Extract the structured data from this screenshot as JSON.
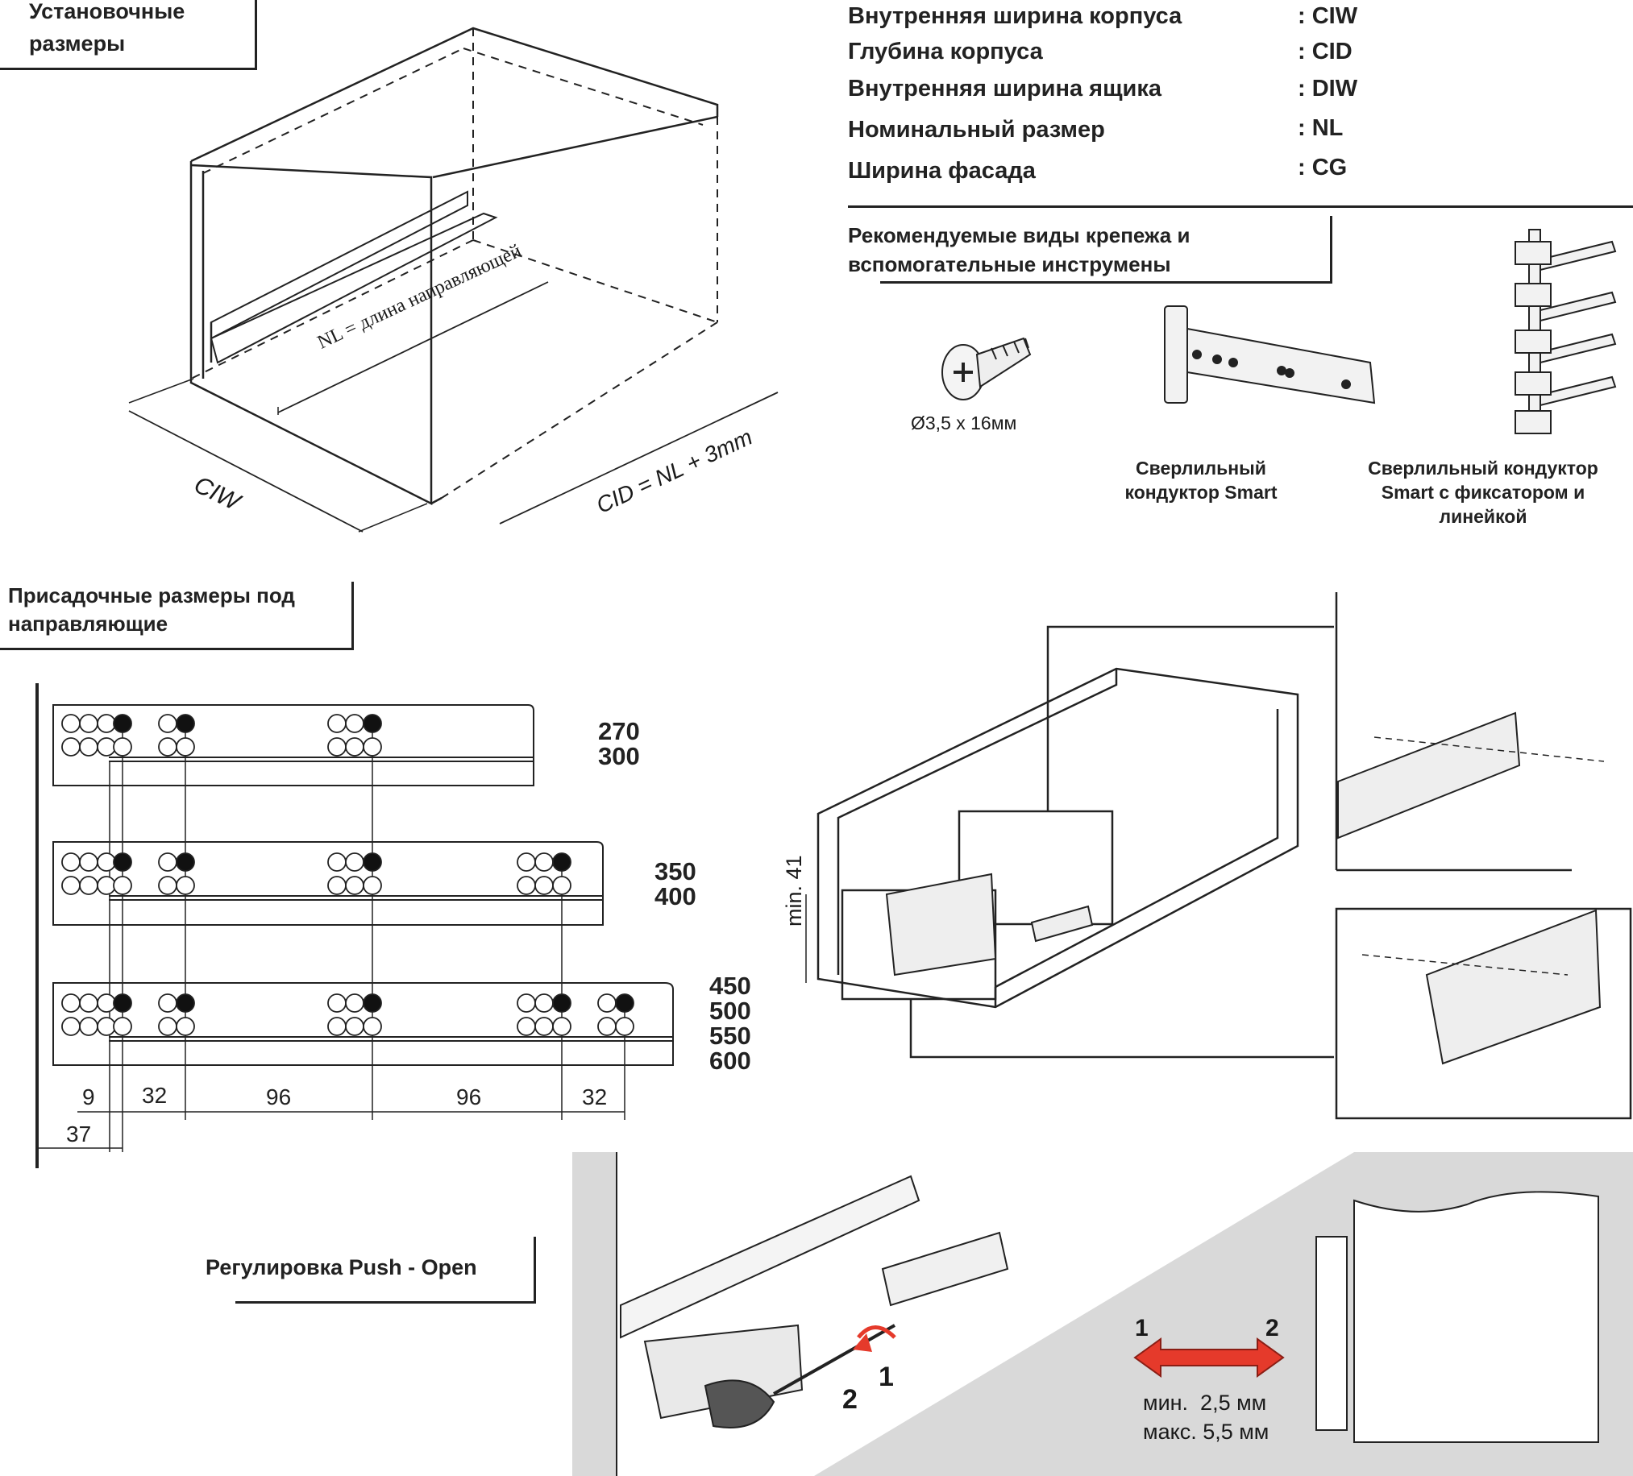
{
  "headers": {
    "install": [
      "Установочные",
      "размеры"
    ],
    "fasteners": [
      "Рекомендуемые виды крепежа и",
      "вспомогательные инструмены"
    ],
    "drilling": [
      "Присадочные размеры под",
      "направляющие"
    ],
    "push_open": "Регулировка  Push - Open"
  },
  "specs": [
    {
      "label": "Внутренняя ширина корпуса",
      "code": ": CIW"
    },
    {
      "label": "Глубина корпуса",
      "code": ": CID"
    },
    {
      "label": "Внутренняя ширина ящика",
      "code": ": DIW"
    },
    {
      "label": "Номинальный размер",
      "code": ": NL"
    },
    {
      "label": "Ширина фасада",
      "code": ": CG"
    }
  ],
  "cabinet": {
    "nl_label": "NL = длина направляющей",
    "ciw_label": "CIW",
    "cid_label": "CID = NL + 3mm"
  },
  "tools": {
    "screw_caption": "Ø3,5 x 16мм",
    "jig_caption": [
      "Сверлильный",
      "кондуктор Smart"
    ],
    "jig_ruler_caption": [
      "Сверлильный кондуктор",
      "Smart с фиксатором и",
      "линейкой"
    ]
  },
  "rails": {
    "groups": [
      [
        "270",
        "300"
      ],
      [
        "350",
        "400"
      ],
      [
        "450",
        "500",
        "550",
        "600"
      ]
    ],
    "dims_row1": [
      "9",
      "32",
      "96",
      "96",
      "32"
    ],
    "dim_37": "37"
  },
  "mount": {
    "min_label": "min. 41"
  },
  "push": {
    "arrow_left": "1",
    "arrow_right": "2",
    "turn_1": "1",
    "turn_2": "2",
    "min": "мин.  2,5 мм",
    "max": "макс. 5,5 мм"
  },
  "colors": {
    "line": "#222222",
    "arrow_red": "#e53a2b",
    "panel_gray": "#d9d9d9"
  }
}
